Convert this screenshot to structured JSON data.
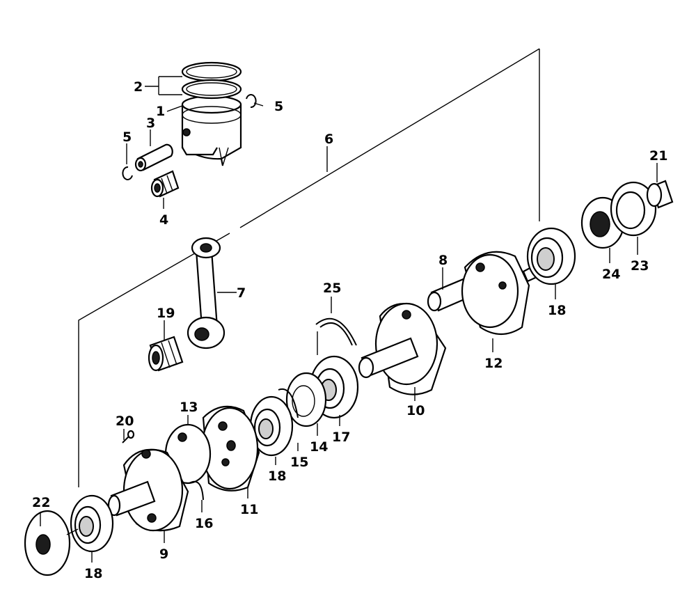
{
  "diagram": {
    "callouts": [
      {
        "id": "c1",
        "text": "1"
      },
      {
        "id": "c2",
        "text": "2"
      },
      {
        "id": "c3",
        "text": "3"
      },
      {
        "id": "c4",
        "text": "4"
      },
      {
        "id": "c5a",
        "text": "5"
      },
      {
        "id": "c5b",
        "text": "5"
      },
      {
        "id": "c6",
        "text": "6"
      },
      {
        "id": "c7",
        "text": "7"
      },
      {
        "id": "c8",
        "text": "8"
      },
      {
        "id": "c9",
        "text": "9"
      },
      {
        "id": "c10",
        "text": "10"
      },
      {
        "id": "c11",
        "text": "11"
      },
      {
        "id": "c12",
        "text": "12"
      },
      {
        "id": "c13",
        "text": "13"
      },
      {
        "id": "c14",
        "text": "14"
      },
      {
        "id": "c15",
        "text": "15"
      },
      {
        "id": "c16",
        "text": "16"
      },
      {
        "id": "c17",
        "text": "17"
      },
      {
        "id": "c18a",
        "text": "18"
      },
      {
        "id": "c18b",
        "text": "18"
      },
      {
        "id": "c18c",
        "text": "18"
      },
      {
        "id": "c19",
        "text": "19"
      },
      {
        "id": "c20",
        "text": "20"
      },
      {
        "id": "c21",
        "text": "21"
      },
      {
        "id": "c22",
        "text": "22"
      },
      {
        "id": "c23",
        "text": "23"
      },
      {
        "id": "c24",
        "text": "24"
      },
      {
        "id": "c25",
        "text": "25"
      }
    ]
  }
}
